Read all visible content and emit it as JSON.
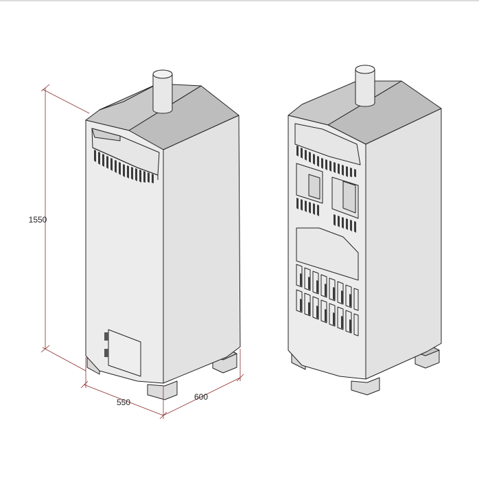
{
  "dimensions": {
    "height": "1550",
    "width": "550",
    "depth": "600"
  },
  "colors": {
    "dimension_line": "#8b2a2a",
    "outline": "#222222",
    "front_face": "#ececec",
    "side_face": "#e4e4e4",
    "top_face": "#c8c8c8",
    "chimney": "#e8e8e8",
    "dark": "#3a3a3a"
  }
}
